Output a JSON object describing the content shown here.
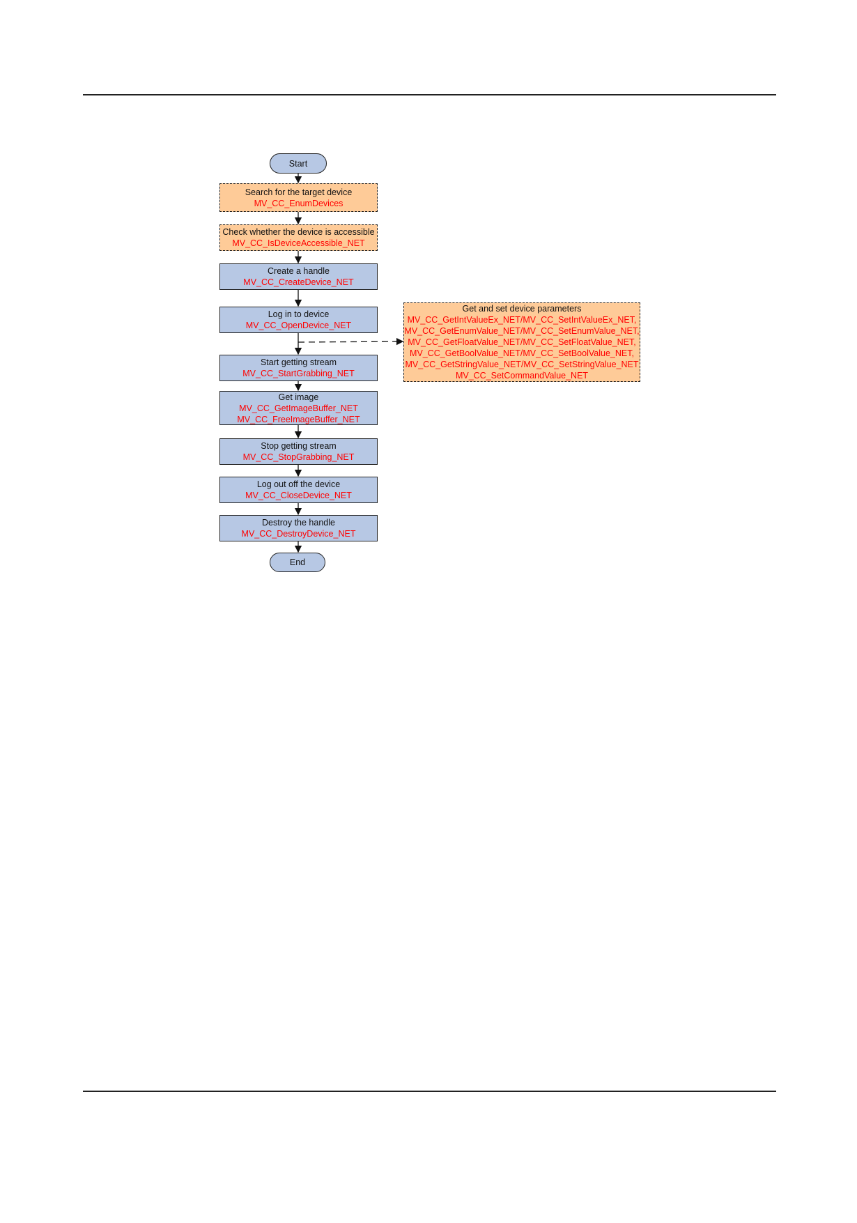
{
  "flow": {
    "start": "Start",
    "end": "End",
    "steps": [
      {
        "title": "Search for the target device",
        "calls": [
          "MV_CC_EnumDevices"
        ]
      },
      {
        "title": "Check whether the device is accessible",
        "calls": [
          "MV_CC_IsDeviceAccessible_NET"
        ]
      },
      {
        "title": "Create a handle",
        "calls": [
          "MV_CC_CreateDevice_NET"
        ]
      },
      {
        "title": "Log in to device",
        "calls": [
          "MV_CC_OpenDevice_NET"
        ]
      },
      {
        "title": "Start getting stream",
        "calls": [
          "MV_CC_StartGrabbing_NET"
        ]
      },
      {
        "title": "Get image",
        "calls": [
          "MV_CC_GetImageBuffer_NET",
          "MV_CC_FreeImageBuffer_NET"
        ]
      },
      {
        "title": "Stop getting stream",
        "calls": [
          "MV_CC_StopGrabbing_NET"
        ]
      },
      {
        "title": "Log out off the device",
        "calls": [
          "MV_CC_CloseDevice_NET"
        ]
      },
      {
        "title": "Destroy the handle",
        "calls": [
          "MV_CC_DestroyDevice_NET"
        ]
      }
    ],
    "params": {
      "title": "Get and set device parameters",
      "calls": [
        "MV_CC_GetIntValueEx_NET/MV_CC_SetIntValueEx_NET,",
        "MV_CC_GetEnumValue_NET/MV_CC_SetEnumValue_NET,",
        "MV_CC_GetFloatValue_NET/MV_CC_SetFloatValue_NET,",
        "MV_CC_GetBoolValue_NET/MV_CC_SetBoolValue_NET,",
        "MV_CC_GetStringValue_NET/MV_CC_SetStringValue_NET",
        "MV_CC_SetCommandValue_NET"
      ]
    }
  }
}
